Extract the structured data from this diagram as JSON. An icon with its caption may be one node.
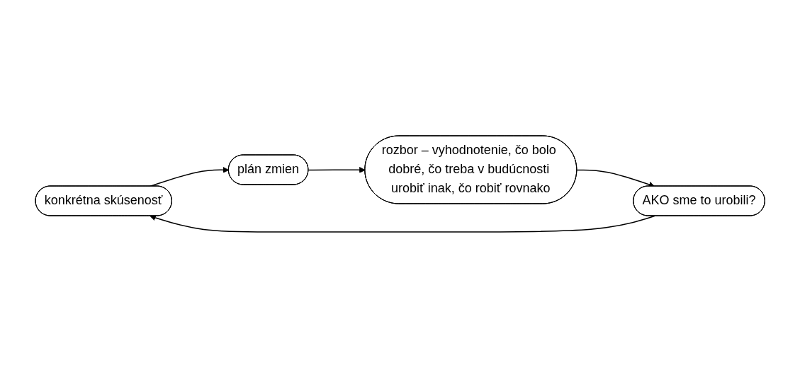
{
  "diagram": {
    "nodes": [
      {
        "text": [
          "konkrétna skúsenosť"
        ]
      },
      {
        "text": [
          "plán zmien"
        ]
      },
      {
        "text": [
          "AKO sme to urobili?"
        ]
      },
      {
        "text": [
          "rozbor – vyhodnotenie, čo bolo dobré, čo treba v budúcnosti urobiť inak, čo robiť rovnako"
        ]
      }
    ],
    "edges": [
      {
        "from": 0,
        "to": 1,
        "arrow": "to"
      },
      {
        "from": 1,
        "to": 3,
        "arrow": "to"
      },
      {
        "from": 3,
        "to": 2,
        "arrow": "to"
      },
      {
        "from": 2,
        "to": 0,
        "arrow": "to"
      }
    ]
  }
}
